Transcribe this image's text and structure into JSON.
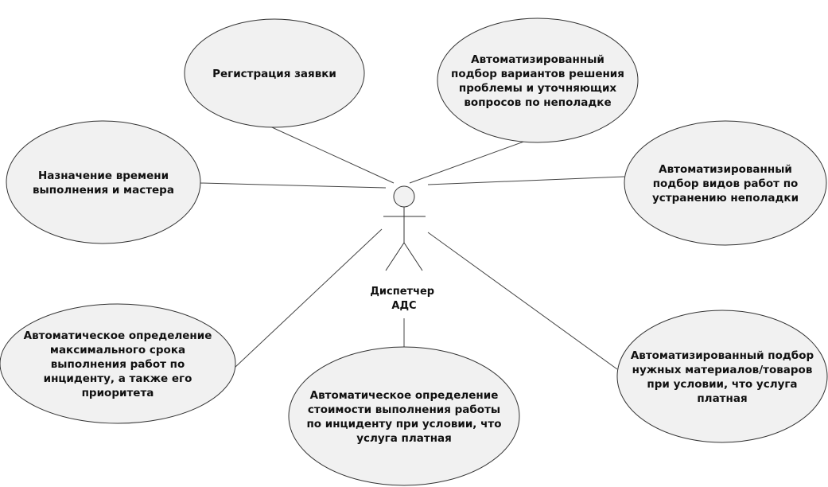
{
  "actor": {
    "name_lines": [
      "Диспетчер",
      "АДС"
    ]
  },
  "use_cases": [
    {
      "id": "registration",
      "lines": [
        "Регистрация заявки"
      ]
    },
    {
      "id": "auto-selection-solutions",
      "lines": [
        "Автоматизированный",
        "подбор вариантов решения",
        "проблемы и уточняющих",
        "вопросов по неполадке"
      ]
    },
    {
      "id": "assign-time-master",
      "lines": [
        "Назначение времени",
        "выполнения и мастера"
      ]
    },
    {
      "id": "auto-selection-work-types",
      "lines": [
        "Автоматизированный",
        "подбор видов работ по",
        "устранению неполадки"
      ]
    },
    {
      "id": "auto-max-deadline",
      "lines": [
        "Автоматическое определение",
        "максимального срока",
        "выполнения работ по",
        "инциденту, а также его",
        "приоритета"
      ]
    },
    {
      "id": "auto-cost",
      "lines": [
        "Автоматическое определение",
        "стоимости выполнения работы",
        "по инциденту при условии, что",
        "услуга платная"
      ]
    },
    {
      "id": "auto-selection-materials",
      "lines": [
        "Автоматизированный подбор",
        "нужных материалов/товаров",
        "при условии, что услуга",
        "платная"
      ]
    }
  ]
}
